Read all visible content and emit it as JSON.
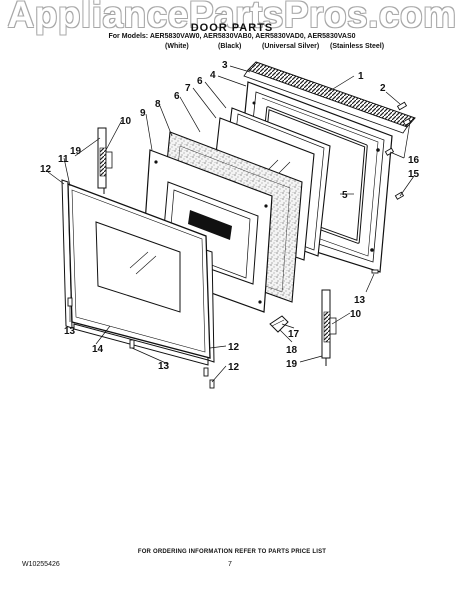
{
  "watermark": "AppliancePartsPros.com",
  "header": {
    "title": "DOOR PARTS",
    "models": "For Models: AER5830VAW0, AER5830VAB0, AER5830VAD0, AER5830VAS0",
    "colors": [
      "(White)",
      "(Black)",
      "(Universal Silver)",
      "(Stainless Steel)"
    ]
  },
  "callouts": {
    "c1": "1",
    "c2": "2",
    "c3": "3",
    "c4": "4",
    "c5": "5",
    "c6": "6",
    "c7": "7",
    "c8": "8",
    "c9": "9",
    "c10a": "10",
    "c10b": "10",
    "c11": "11",
    "c12a": "12",
    "c12b": "12",
    "c13a": "13",
    "c13b": "13",
    "c13c": "13",
    "c14": "14",
    "c15": "15",
    "c16": "16",
    "c17": "17",
    "c18": "18",
    "c19a": "19",
    "c19b": "19"
  },
  "footer": {
    "ordering_info": "FOR ORDERING INFORMATION REFER TO PARTS PRICE LIST",
    "doc_number": "W10255426",
    "page_number": "7"
  }
}
